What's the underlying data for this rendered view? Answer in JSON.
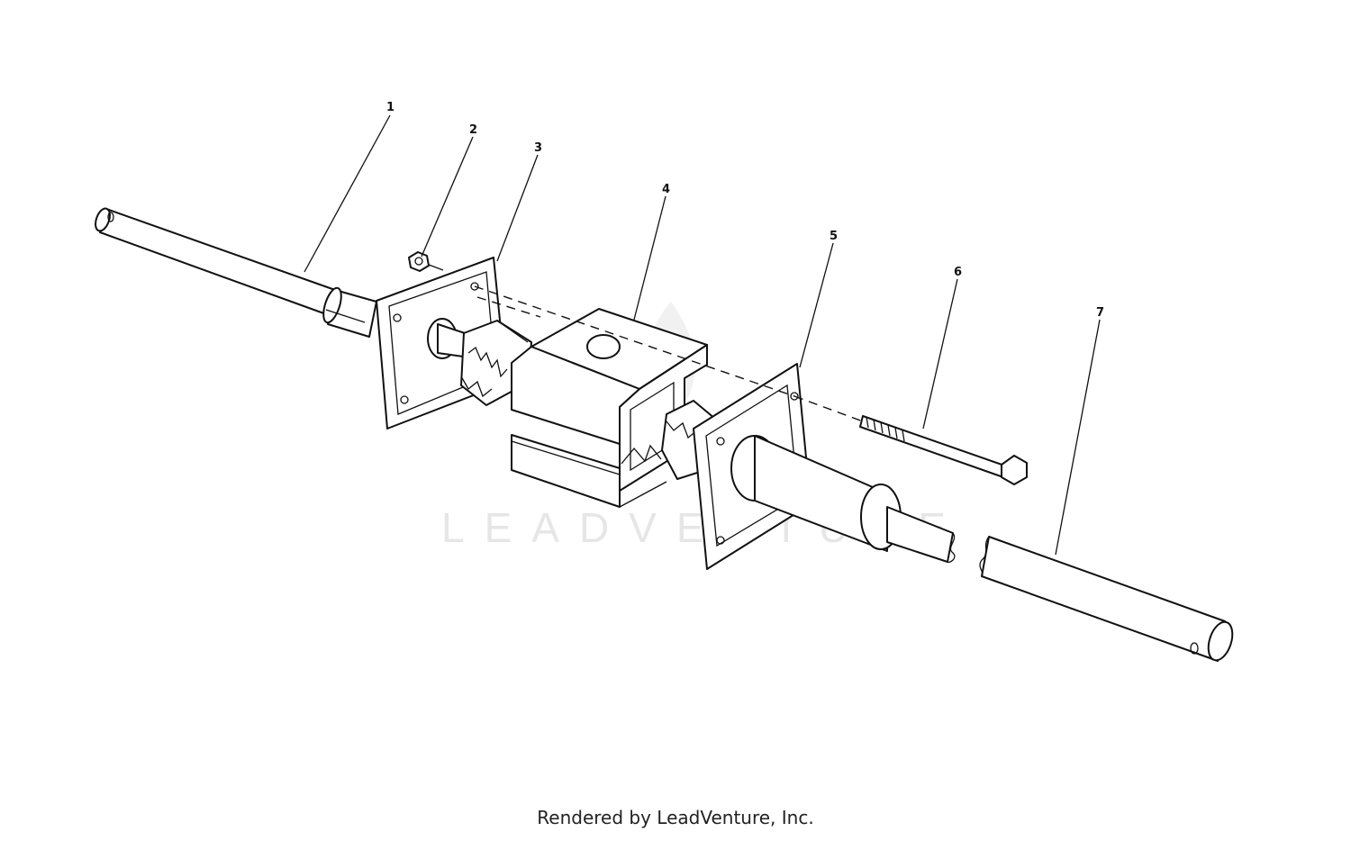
{
  "watermark": "LEADVENTURE",
  "footer": "Rendered by LeadVenture, Inc.",
  "callouts": [
    {
      "number": "1"
    },
    {
      "number": "2"
    },
    {
      "number": "3"
    },
    {
      "number": "4"
    },
    {
      "number": "5"
    },
    {
      "number": "6"
    },
    {
      "number": "7"
    }
  ]
}
